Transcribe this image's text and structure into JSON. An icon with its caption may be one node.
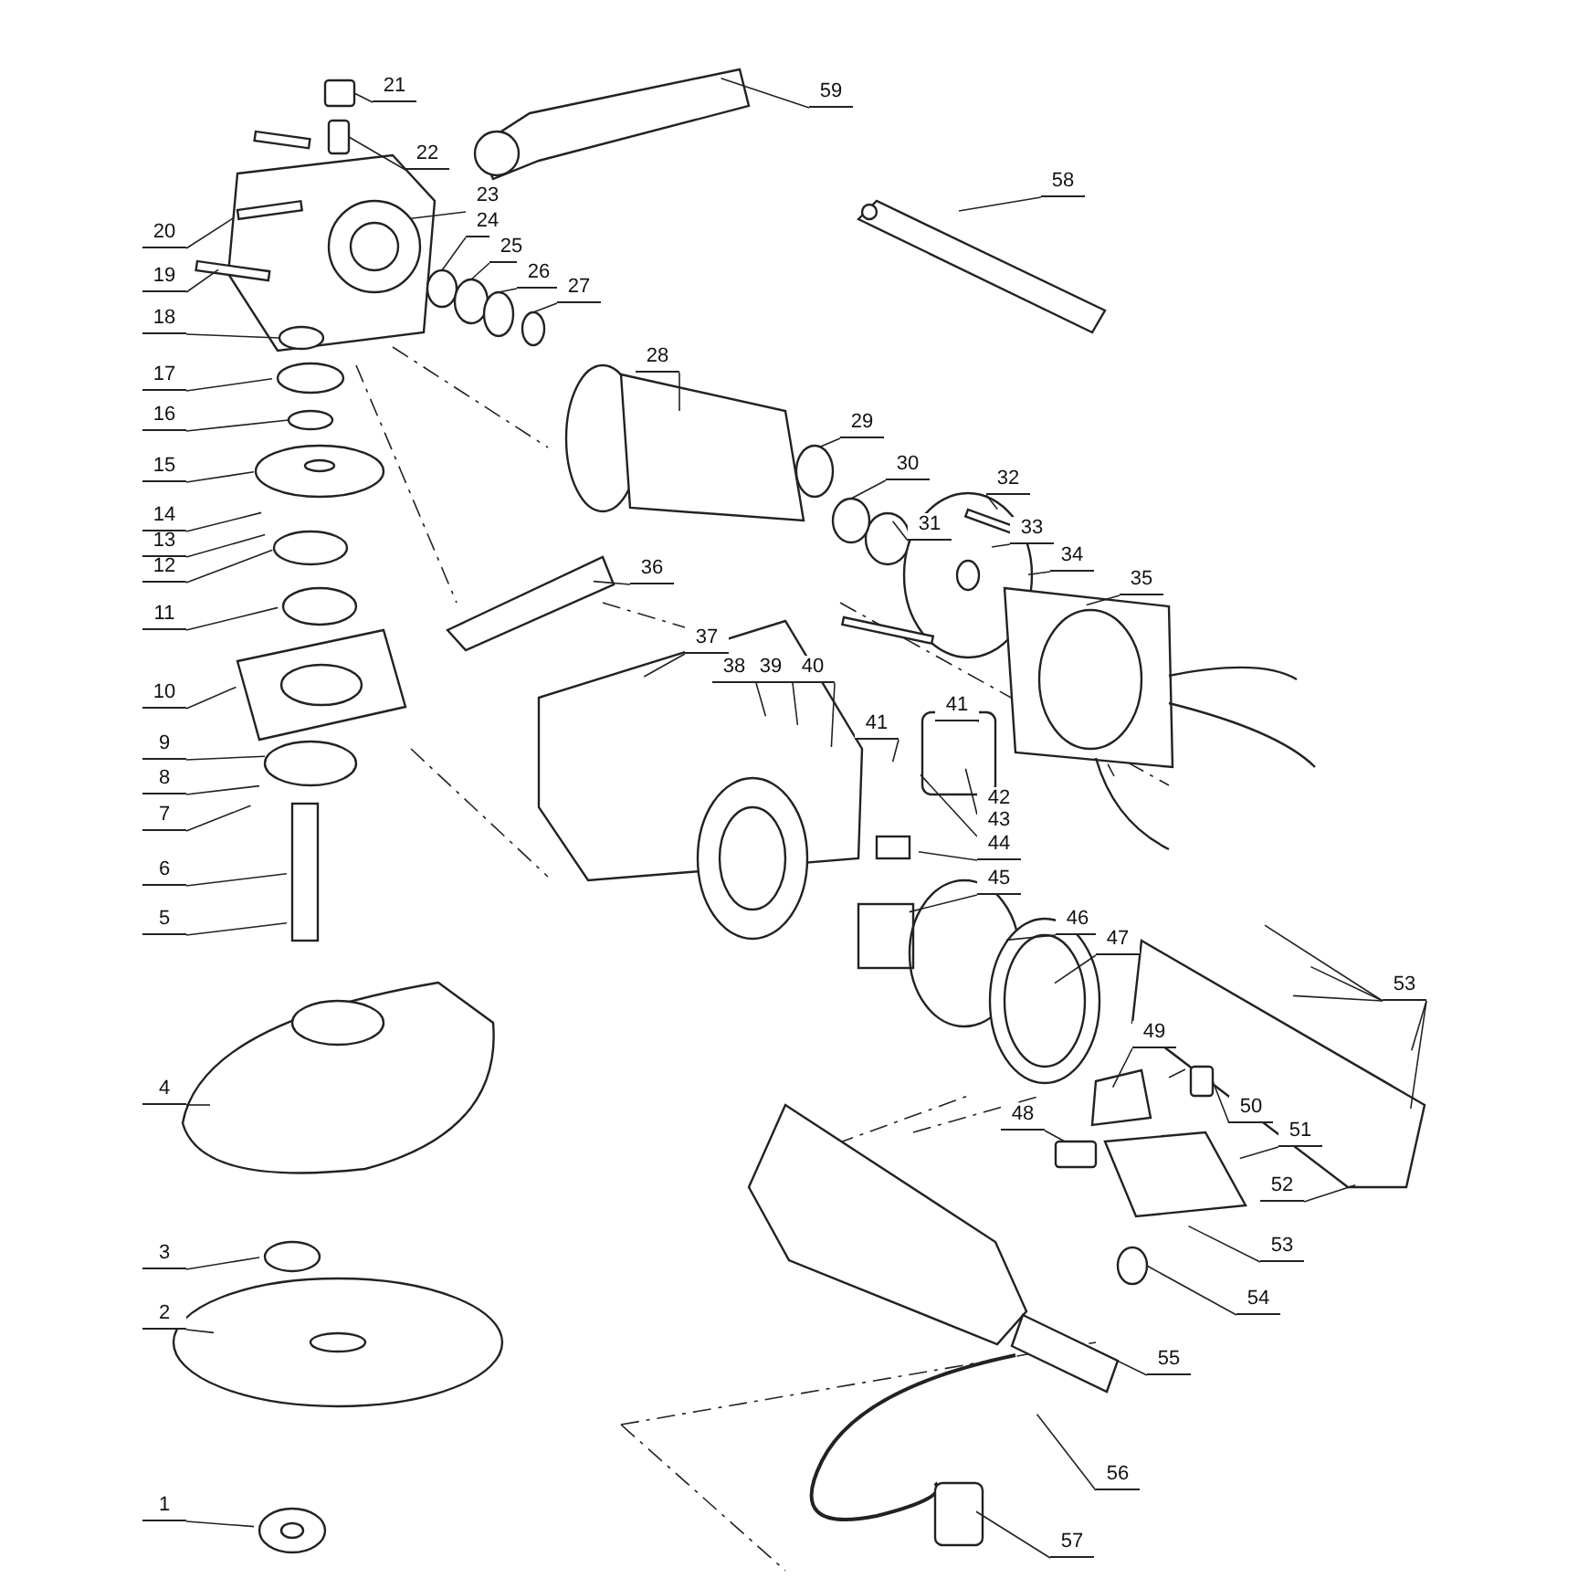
{
  "diagram": {
    "nodes": [
      {
        "text": [
          "1"
        ]
      },
      {
        "text": [
          "2"
        ]
      },
      {
        "text": [
          "3"
        ]
      },
      {
        "text": [
          "4"
        ]
      },
      {
        "text": [
          "5"
        ]
      },
      {
        "text": [
          "6"
        ]
      },
      {
        "text": [
          "7"
        ]
      },
      {
        "text": [
          "8"
        ]
      },
      {
        "text": [
          "9"
        ]
      },
      {
        "text": [
          "10"
        ]
      },
      {
        "text": [
          "11"
        ]
      },
      {
        "text": [
          "12"
        ]
      },
      {
        "text": [
          "13"
        ]
      },
      {
        "text": [
          "14"
        ]
      },
      {
        "text": [
          "15"
        ]
      },
      {
        "text": [
          "16"
        ]
      },
      {
        "text": [
          "17"
        ]
      },
      {
        "text": [
          "18"
        ]
      },
      {
        "text": [
          "19"
        ]
      },
      {
        "text": [
          "20"
        ]
      },
      {
        "text": [
          "21"
        ]
      },
      {
        "text": [
          "22"
        ]
      },
      {
        "text": [
          "23"
        ]
      },
      {
        "text": [
          "24"
        ]
      },
      {
        "text": [
          "25"
        ]
      },
      {
        "text": [
          "26"
        ]
      },
      {
        "text": [
          "27"
        ]
      },
      {
        "text": [
          "28"
        ]
      },
      {
        "text": [
          "29"
        ]
      },
      {
        "text": [
          "30"
        ]
      },
      {
        "text": [
          "31"
        ]
      },
      {
        "text": [
          "32"
        ]
      },
      {
        "text": [
          "33"
        ]
      },
      {
        "text": [
          "34"
        ]
      },
      {
        "text": [
          "35"
        ]
      },
      {
        "text": [
          "36"
        ]
      },
      {
        "text": [
          "37"
        ]
      },
      {
        "text": [
          "38"
        ]
      },
      {
        "text": [
          "39"
        ]
      },
      {
        "text": [
          "40"
        ]
      },
      {
        "text": [
          "41"
        ]
      },
      {
        "text": [
          "41"
        ]
      },
      {
        "text": [
          "42"
        ]
      },
      {
        "text": [
          "43"
        ]
      },
      {
        "text": [
          "44"
        ]
      },
      {
        "text": [
          "45"
        ]
      },
      {
        "text": [
          "46"
        ]
      },
      {
        "text": [
          "47"
        ]
      },
      {
        "text": [
          "48"
        ]
      },
      {
        "text": [
          "49"
        ]
      },
      {
        "text": [
          "50"
        ]
      },
      {
        "text": [
          "51"
        ]
      },
      {
        "text": [
          "52"
        ]
      },
      {
        "text": [
          "53"
        ]
      },
      {
        "text": [
          "53"
        ]
      },
      {
        "text": [
          "54"
        ]
      },
      {
        "text": [
          "55"
        ]
      },
      {
        "text": [
          "56"
        ]
      },
      {
        "text": [
          "57"
        ]
      },
      {
        "text": [
          "58"
        ]
      },
      {
        "text": [
          "59"
        ]
      },
      {
        "text": [],
        "shape": "box"
      },
      {
        "text": [],
        "shape": "box"
      },
      {
        "text": [],
        "shape": "circle"
      },
      {
        "text": [],
        "shape": "circle"
      },
      {
        "text": [],
        "shape": "circle"
      },
      {
        "text": [],
        "shape": "circle"
      },
      {
        "text": [],
        "shape": "circle"
      },
      {
        "text": [],
        "shape": "circle"
      },
      {
        "text": [],
        "shape": "circle"
      },
      {
        "text": [],
        "shape": "circle"
      },
      {
        "text": [],
        "shape": "box"
      },
      {
        "text": [],
        "shape": "box"
      }
    ],
    "edges": [
      {
        "from": 0,
        "to": null,
        "arrow": "none"
      },
      {
        "from": 1,
        "to": null,
        "arrow": "none"
      },
      {
        "from": 2,
        "to": null,
        "arrow": "none"
      },
      {
        "from": 3,
        "to": null,
        "arrow": "none"
      },
      {
        "from": 4,
        "to": null,
        "arrow": "none"
      },
      {
        "from": 5,
        "to": null,
        "arrow": "none"
      },
      {
        "from": 6,
        "to": null,
        "arrow": "none"
      },
      {
        "from": 7,
        "to": null,
        "arrow": "none"
      },
      {
        "from": 8,
        "to": null,
        "arrow": "none"
      },
      {
        "from": 9,
        "to": null,
        "arrow": "none"
      },
      {
        "from": 10,
        "to": null,
        "arrow": "none"
      },
      {
        "from": 11,
        "to": null,
        "arrow": "none"
      },
      {
        "from": 12,
        "to": null,
        "arrow": "none"
      },
      {
        "from": 13,
        "to": null,
        "arrow": "none"
      },
      {
        "from": 14,
        "to": null,
        "arrow": "none"
      },
      {
        "from": 15,
        "to": 67,
        "arrow": "none"
      },
      {
        "from": 16,
        "to": null,
        "arrow": "none"
      },
      {
        "from": 17,
        "to": 68,
        "arrow": "none"
      },
      {
        "from": 18,
        "to": null,
        "arrow": "none"
      },
      {
        "from": 19,
        "to": null,
        "arrow": "none"
      },
      {
        "from": 20,
        "to": 61,
        "arrow": "none"
      },
      {
        "from": 21,
        "to": 62,
        "arrow": "none"
      },
      {
        "from": 22,
        "to": null,
        "arrow": "none"
      },
      {
        "from": 23,
        "to": 63,
        "arrow": "none"
      },
      {
        "from": 24,
        "to": 64,
        "arrow": "none"
      },
      {
        "from": 25,
        "to": 65,
        "arrow": "none"
      },
      {
        "from": 26,
        "to": 66,
        "arrow": "none"
      },
      {
        "from": 27,
        "to": null,
        "arrow": "none"
      },
      {
        "from": 28,
        "to": null,
        "arrow": "none"
      },
      {
        "from": 29,
        "to": 69,
        "arrow": "none"
      },
      {
        "from": 30,
        "to": null,
        "arrow": "none"
      },
      {
        "from": 31,
        "to": null,
        "arrow": "none"
      },
      {
        "from": 32,
        "to": null,
        "arrow": "none"
      },
      {
        "from": 33,
        "to": null,
        "arrow": "none"
      },
      {
        "from": 34,
        "to": null,
        "arrow": "none"
      },
      {
        "from": 35,
        "to": null,
        "arrow": "none"
      },
      {
        "from": 36,
        "to": null,
        "arrow": "none"
      },
      {
        "from": 37,
        "to": null,
        "arrow": "none"
      },
      {
        "from": 38,
        "to": null,
        "arrow": "none"
      },
      {
        "from": 39,
        "to": null,
        "arrow": "none"
      },
      {
        "from": 40,
        "to": null,
        "arrow": "none"
      },
      {
        "from": 41,
        "to": null,
        "arrow": "none"
      },
      {
        "from": 42,
        "to": null,
        "arrow": "none"
      },
      {
        "from": 43,
        "to": null,
        "arrow": "none"
      },
      {
        "from": 44,
        "to": null,
        "arrow": "none"
      },
      {
        "from": 45,
        "to": null,
        "arrow": "none"
      },
      {
        "from": 46,
        "to": null,
        "arrow": "none"
      },
      {
        "from": 47,
        "to": null,
        "arrow": "none"
      },
      {
        "from": 48,
        "to": 71,
        "arrow": "none"
      },
      {
        "from": 49,
        "to": null,
        "arrow": "none"
      },
      {
        "from": 50,
        "to": 72,
        "arrow": "none"
      },
      {
        "from": 51,
        "to": null,
        "arrow": "none"
      },
      {
        "from": 52,
        "to": null,
        "arrow": "none"
      },
      {
        "from": 53,
        "to": null,
        "arrow": "none"
      },
      {
        "from": 53,
        "to": null,
        "arrow": "none"
      },
      {
        "from": 53,
        "to": null,
        "arrow": "none"
      },
      {
        "from": 53,
        "to": null,
        "arrow": "none"
      },
      {
        "from": 53,
        "to": null,
        "arrow": "none"
      },
      {
        "from": 54,
        "to": null,
        "arrow": "none"
      },
      {
        "from": 55,
        "to": 70,
        "arrow": "none"
      },
      {
        "from": 56,
        "to": null,
        "arrow": "none"
      },
      {
        "from": 57,
        "to": null,
        "arrow": "none"
      },
      {
        "from": 58,
        "to": null,
        "arrow": "none"
      },
      {
        "from": 59,
        "to": null,
        "arrow": "none"
      },
      {
        "from": 60,
        "to": null,
        "arrow": "none"
      }
    ]
  }
}
